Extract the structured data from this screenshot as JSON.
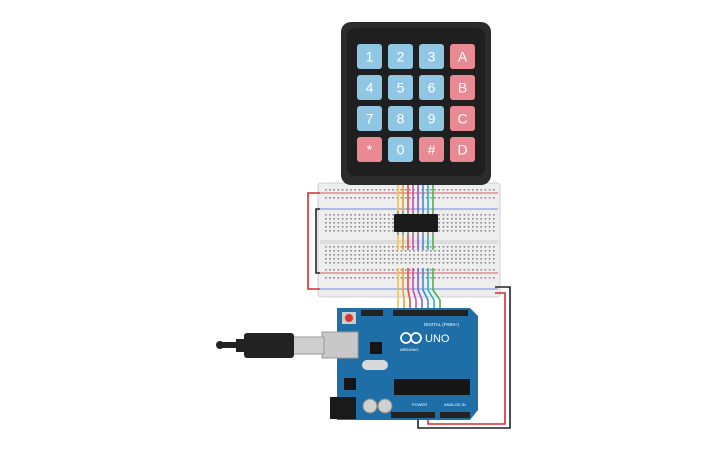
{
  "keypad": {
    "rows": [
      [
        {
          "label": "1",
          "kind": "digit"
        },
        {
          "label": "2",
          "kind": "digit"
        },
        {
          "label": "3",
          "kind": "digit"
        },
        {
          "label": "A",
          "kind": "letter"
        }
      ],
      [
        {
          "label": "4",
          "kind": "digit"
        },
        {
          "label": "5",
          "kind": "digit"
        },
        {
          "label": "6",
          "kind": "digit"
        },
        {
          "label": "B",
          "kind": "letter"
        }
      ],
      [
        {
          "label": "7",
          "kind": "digit"
        },
        {
          "label": "8",
          "kind": "digit"
        },
        {
          "label": "9",
          "kind": "digit"
        },
        {
          "label": "C",
          "kind": "letter"
        }
      ],
      [
        {
          "label": "*",
          "kind": "letter"
        },
        {
          "label": "0",
          "kind": "digit"
        },
        {
          "label": "#",
          "kind": "letter"
        },
        {
          "label": "D",
          "kind": "letter"
        }
      ]
    ]
  },
  "arduino": {
    "model": "UNO",
    "brand": "ARDUINO",
    "digital_label": "DIGITAL (PWM~)",
    "power_label": "POWER",
    "analog_label": "ANALOG IN"
  },
  "colors": {
    "keypad_body": "#2b2b2b",
    "key_digit": "#8fc6e3",
    "key_letter": "#e98a93",
    "board": "#1e6fa8",
    "breadboard": "#eeeeee",
    "wire_red": "#d32f2f",
    "wire_black": "#222222",
    "wire_colors": [
      "#f2c14e",
      "#f39a2d",
      "#e64a3c",
      "#c94fb5",
      "#8e5bd6",
      "#3b8ee0",
      "#26b3c4",
      "#4caf50"
    ]
  }
}
